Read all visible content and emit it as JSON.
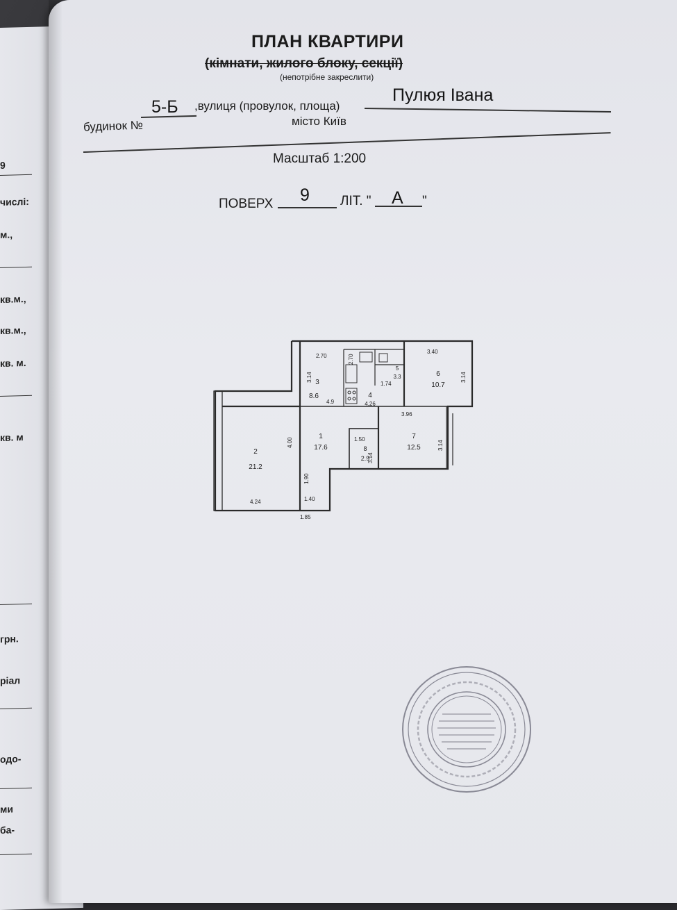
{
  "document": {
    "title": "ПЛАН КВАРТИРИ",
    "subtitle": "(кімнати, жилого блоку, секції)",
    "strike_note": "(непотрібне закреслити)",
    "house_label": "будинок №",
    "house_number": "5-Б",
    "street_label": ",вулиця (провулок, площа)",
    "street_value": "Пулюя Івана",
    "city": "місто Київ",
    "scale": "Масштаб 1:200",
    "floor_label": "ПОВЕРХ",
    "floor_value": "9",
    "lit_label": "ЛІТ. \"",
    "lit_value": "А",
    "lit_close": "\""
  },
  "left_page_fragments": [
    "9",
    "числі:",
    "м.,",
    "кв.м.,",
    "кв.м.,",
    "кв. м.",
    "кв. м",
    "грн.",
    "ріал",
    "одо-",
    "ми",
    "ба-"
  ],
  "floor_plan": {
    "rooms": [
      {
        "number": "1",
        "area": "17.6"
      },
      {
        "number": "2",
        "area": "21.2"
      },
      {
        "number": "3",
        "area": "8.6"
      },
      {
        "number": "4",
        "area": "4.26"
      },
      {
        "number": "5",
        "area": "3.3"
      },
      {
        "number": "6",
        "area": "10.7"
      },
      {
        "number": "7",
        "area": "12.5"
      },
      {
        "number": "8",
        "area": "2.9"
      }
    ],
    "dimensions": [
      "2.70",
      "3.40",
      "3.14",
      "3.14",
      "3.96",
      "3.14",
      "4.24",
      "4.00",
      "1.40",
      "1.85",
      "1.50",
      "4.9",
      "1.74",
      "1.90",
      "2.70",
      "3.14"
    ]
  }
}
